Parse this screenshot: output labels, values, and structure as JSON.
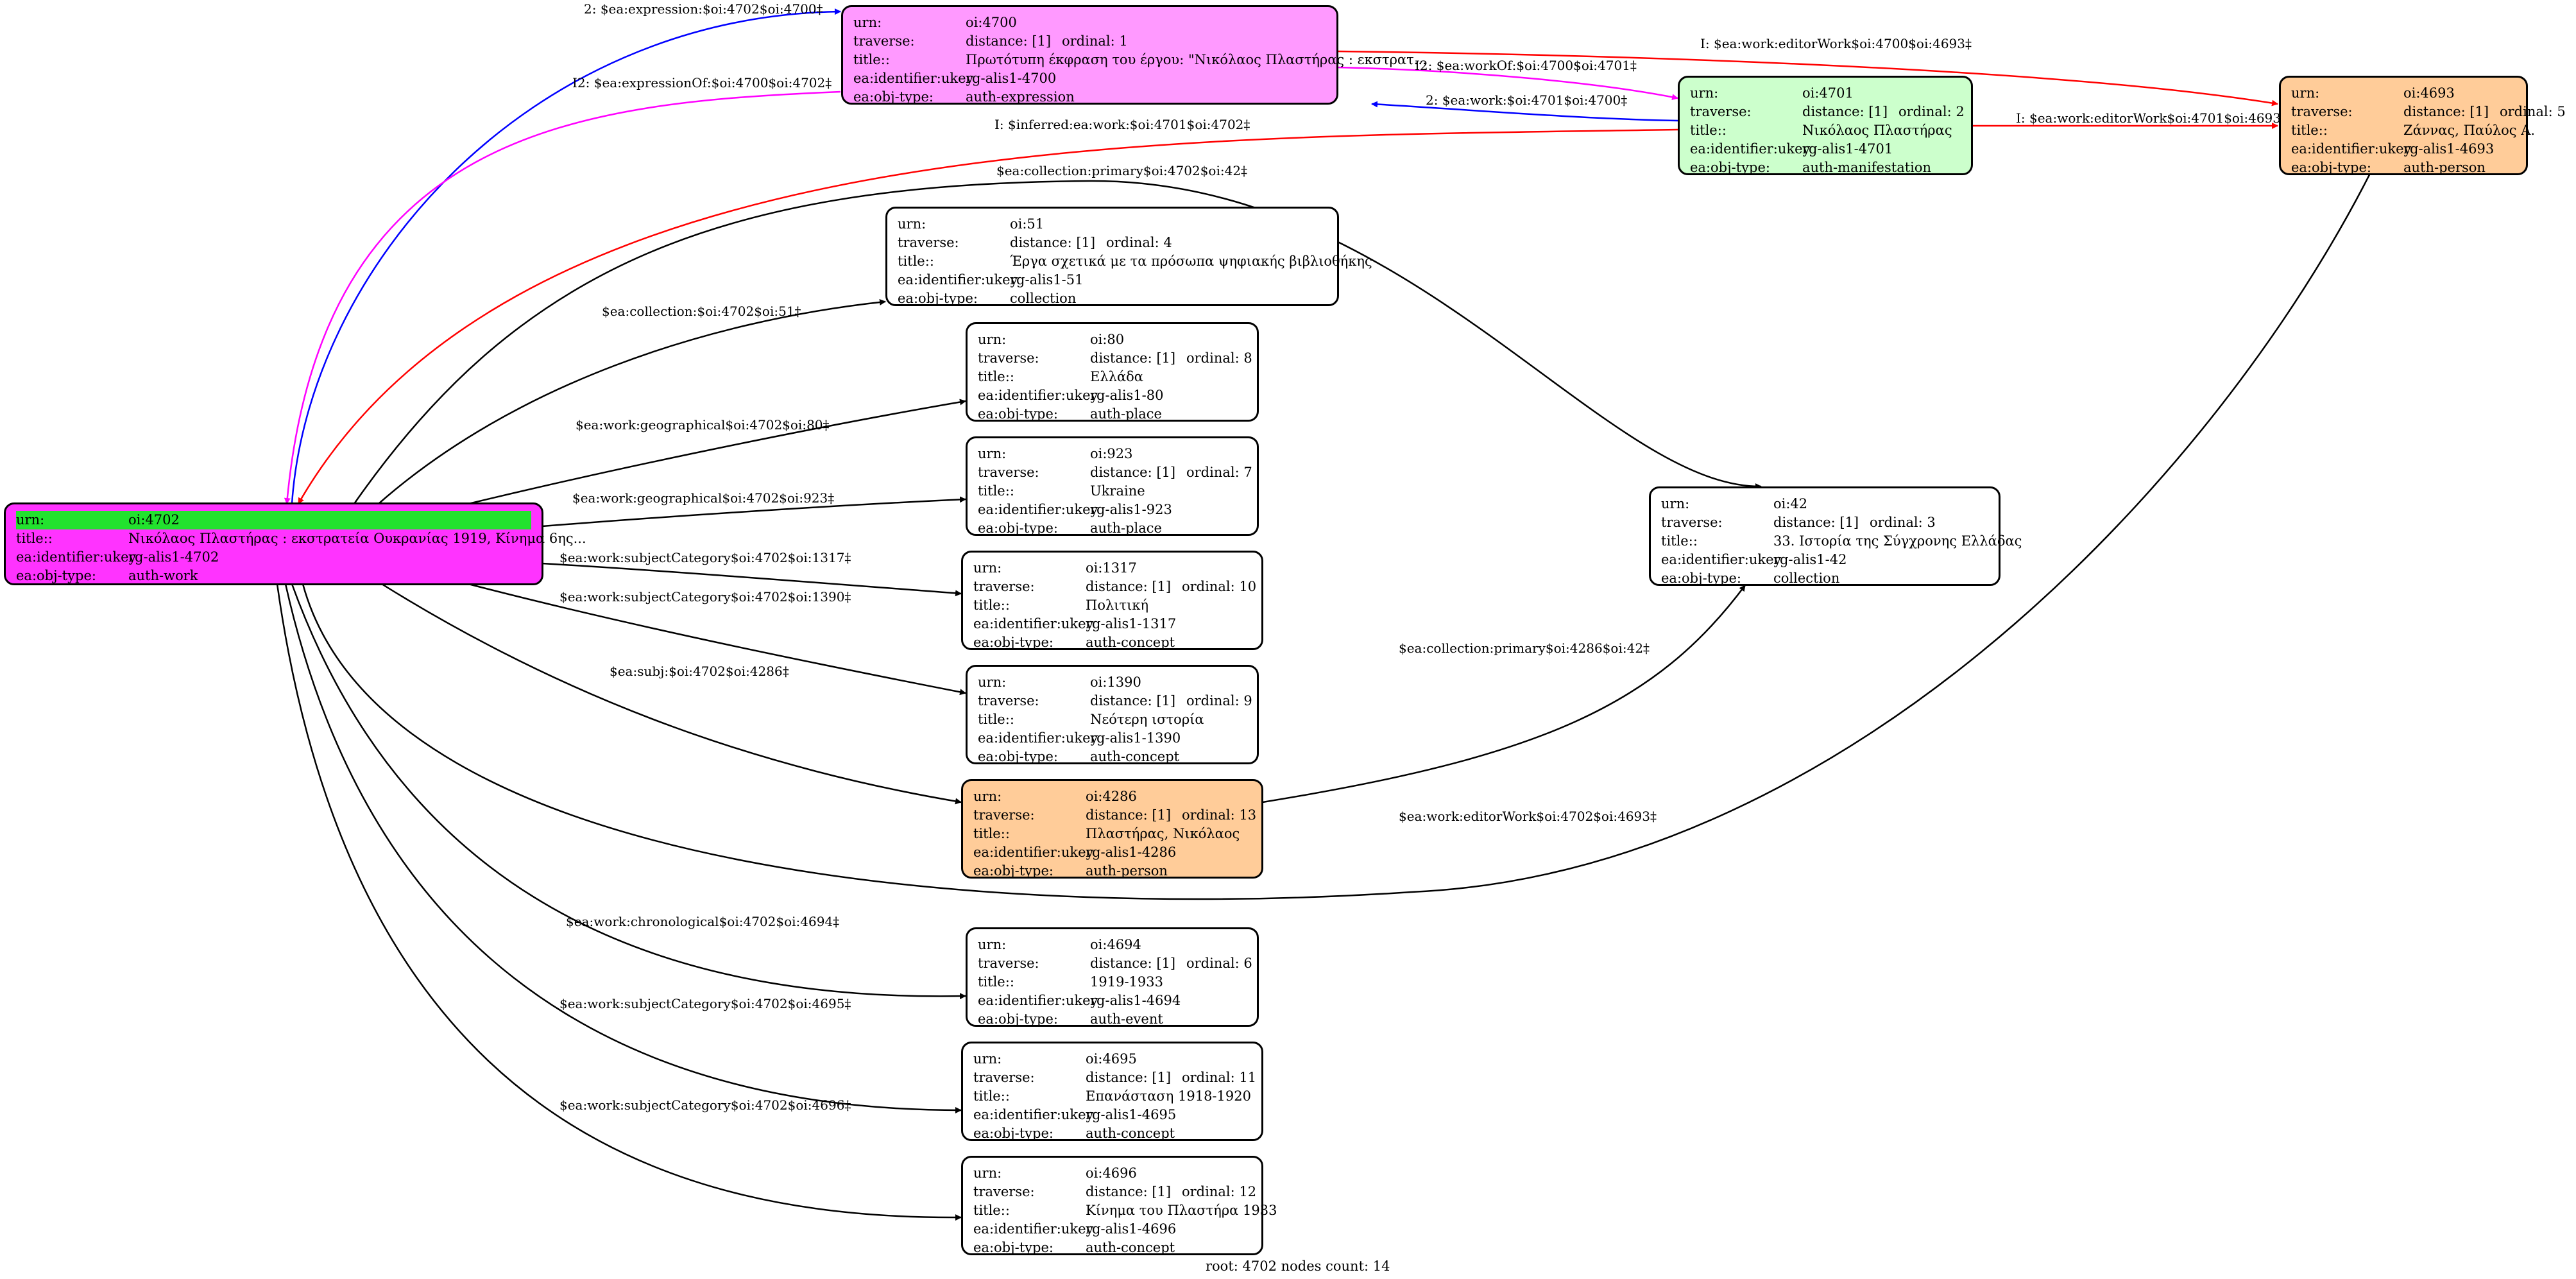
{
  "colors": {
    "root": "#ff33ff",
    "expression": "#ff99ff",
    "manifestation": "#ccffcc",
    "person": "#ffcc99",
    "plain": "#ffffff",
    "highlight": "#22e22e",
    "edge_blue": "#0000ff",
    "edge_magenta": "#ff00ff",
    "edge_red": "#ff0000",
    "edge_black": "#000000"
  },
  "footer": "root: 4702 nodes count: 14",
  "field_keys": {
    "urn": "urn:",
    "traverse": "traverse:",
    "title": "title::",
    "ukey": "ea:identifier:ukey",
    "type": "ea:obj-type:"
  },
  "nodes": {
    "n4702": {
      "urn": "oi:4702",
      "title": "Νικόλαος Πλαστήρας : εκστρατεία Ουκρανίας 1919, Κίνημα 6ης...",
      "ukey": "rg-alis1-4702",
      "type": "auth-work"
    },
    "n4700": {
      "urn": "oi:4700",
      "distance": "distance: [1]",
      "ordinal": "ordinal: 1",
      "title": "Πρωτότυπη έκφραση του έργου: \"Νικόλαος Πλαστήρας : εκστρατ...",
      "ukey": "rg-alis1-4700",
      "type": "auth-expression"
    },
    "n4701": {
      "urn": "oi:4701",
      "distance": "distance: [1]",
      "ordinal": "ordinal: 2",
      "title": "Νικόλαος Πλαστήρας",
      "ukey": "rg-alis1-4701",
      "type": "auth-manifestation"
    },
    "n4693": {
      "urn": "oi:4693",
      "distance": "distance: [1]",
      "ordinal": "ordinal: 5",
      "title": "Ζάννας, Παύλος Α.",
      "ukey": "rg-alis1-4693",
      "type": "auth-person"
    },
    "n51": {
      "urn": "oi:51",
      "distance": "distance: [1]",
      "ordinal": "ordinal: 4",
      "title": "Έργα σχετικά με τα πρόσωπα ψηφιακής βιβλιοθήκης",
      "ukey": "rg-alis1-51",
      "type": "collection"
    },
    "n80": {
      "urn": "oi:80",
      "distance": "distance: [1]",
      "ordinal": "ordinal: 8",
      "title": "Ελλάδα",
      "ukey": "rg-alis1-80",
      "type": "auth-place"
    },
    "n923": {
      "urn": "oi:923",
      "distance": "distance: [1]",
      "ordinal": "ordinal: 7",
      "title": "Ukraine",
      "ukey": "rg-alis1-923",
      "type": "auth-place"
    },
    "n42": {
      "urn": "oi:42",
      "distance": "distance: [1]",
      "ordinal": "ordinal: 3",
      "title": "33. Ιστορία της Σύγχρονης Ελλάδας",
      "ukey": "rg-alis1-42",
      "type": "collection"
    },
    "n1317": {
      "urn": "oi:1317",
      "distance": "distance: [1]",
      "ordinal": "ordinal: 10",
      "title": "Πολιτική",
      "ukey": "rg-alis1-1317",
      "type": "auth-concept"
    },
    "n1390": {
      "urn": "oi:1390",
      "distance": "distance: [1]",
      "ordinal": "ordinal: 9",
      "title": "Νεότερη ιστορία",
      "ukey": "rg-alis1-1390",
      "type": "auth-concept"
    },
    "n4286": {
      "urn": "oi:4286",
      "distance": "distance: [1]",
      "ordinal": "ordinal: 13",
      "title": "Πλαστήρας, Νικόλαος",
      "ukey": "rg-alis1-4286",
      "type": "auth-person"
    },
    "n4694": {
      "urn": "oi:4694",
      "distance": "distance: [1]",
      "ordinal": "ordinal: 6",
      "title": "1919-1933",
      "ukey": "rg-alis1-4694",
      "type": "auth-event"
    },
    "n4695": {
      "urn": "oi:4695",
      "distance": "distance: [1]",
      "ordinal": "ordinal: 11",
      "title": "Επανάσταση 1918-1920",
      "ukey": "rg-alis1-4695",
      "type": "auth-concept"
    },
    "n4696": {
      "urn": "oi:4696",
      "distance": "distance: [1]",
      "ordinal": "ordinal: 12",
      "title": "Κίνημα του Πλαστήρα 1933",
      "ukey": "rg-alis1-4696",
      "type": "auth-concept"
    }
  },
  "edge_labels": {
    "e1": "2: $ea:expression:$oi:4702$oi:4700‡",
    "e2": "I2: $ea:expressionOf:$oi:4700$oi:4702‡",
    "e3": "I: $ea:work:editorWork$oi:4700$oi:4693‡",
    "e4": "I2: $ea:workOf:$oi:4700$oi:4701‡",
    "e5": "2: $ea:work:$oi:4701$oi:4700‡",
    "e6": "I: $ea:work:editorWork$oi:4701$oi:4693‡",
    "e7": "I: $inferred:ea:work:$oi:4701$oi:4702‡",
    "e8": "$ea:collection:primary$oi:4702$oi:42‡",
    "e9": "$ea:collection:$oi:4702$oi:51‡",
    "e10": "$ea:work:geographical$oi:4702$oi:80‡",
    "e11": "$ea:work:geographical$oi:4702$oi:923‡",
    "e12": "$ea:work:subjectCategory$oi:4702$oi:1317‡",
    "e13": "$ea:work:subjectCategory$oi:4702$oi:1390‡",
    "e14": "$ea:subj:$oi:4702$oi:4286‡",
    "e15": "$ea:collection:primary$oi:4286$oi:42‡",
    "e16": "$ea:work:editorWork$oi:4702$oi:4693‡",
    "e17": "$ea:work:chronological$oi:4702$oi:4694‡",
    "e18": "$ea:work:subjectCategory$oi:4702$oi:4695‡",
    "e19": "$ea:work:subjectCategory$oi:4702$oi:4696‡"
  }
}
